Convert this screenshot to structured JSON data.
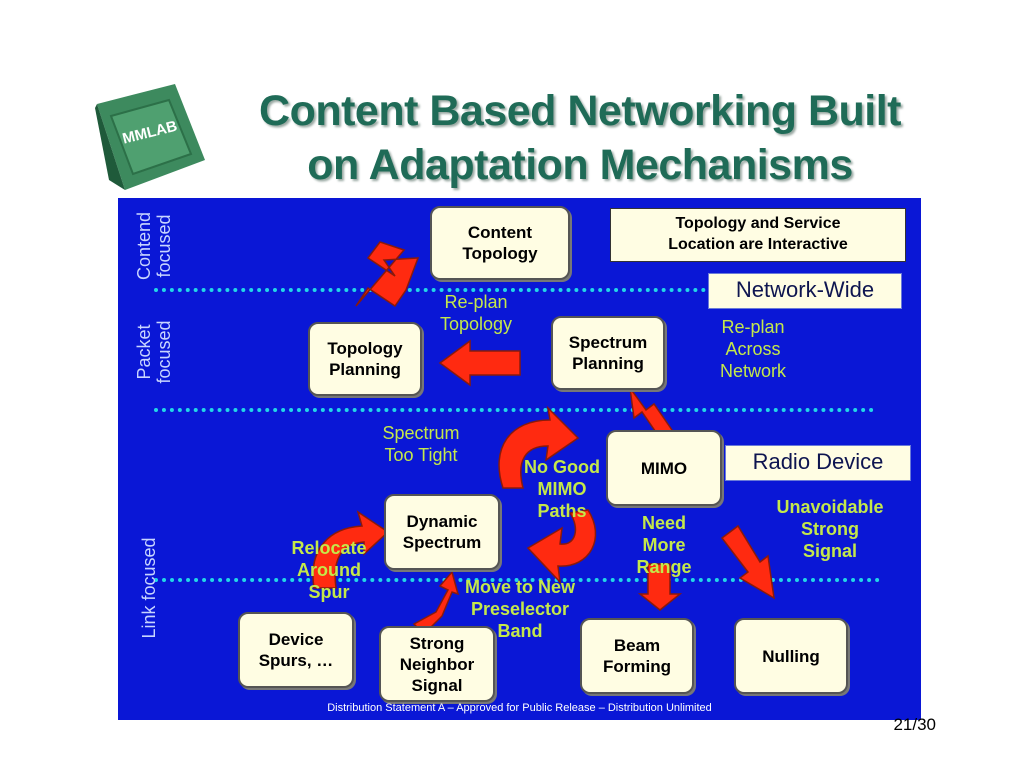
{
  "logo": {
    "text": "MMLAB",
    "colors": {
      "front": "#3d8a5e",
      "side": "#1f5a3a",
      "top": "#6fb48a"
    }
  },
  "title": {
    "line1": "Content Based Networking Built",
    "line2": "on Adaptation Mechanisms"
  },
  "colors": {
    "title": "#1f6b57",
    "background": "#0a17d6",
    "dotted": "#22d7e8",
    "arrow": "#ff2a10",
    "label": "#c4e84a",
    "box": "#fffde3"
  },
  "layers": {
    "content": "Contend\nfocused",
    "packet": "Packet\nfocused",
    "link": "Link focused"
  },
  "nodes": {
    "content_topology": "Content\nTopology",
    "topology_planning": "Topology\nPlanning",
    "spectrum_planning": "Spectrum\nPlanning",
    "mimo": "MIMO",
    "dynamic_spectrum": "Dynamic\nSpectrum",
    "device_spurs": "Device\nSpurs, …",
    "strong_neighbor": "Strong\nNeighbor\nSignal",
    "beam_forming": "Beam\nForming",
    "nulling": "Nulling"
  },
  "notes": {
    "interactive": "Topology and Service\nLocation are Interactive"
  },
  "tags": {
    "network_wide": "Network-Wide",
    "radio_device": "Radio Device"
  },
  "labels": {
    "replan_topology": "Re-plan\nTopology",
    "replan_network": "Re-plan\nAcross\nNetwork",
    "spectrum_tight": "Spectrum\nToo Tight",
    "no_good_mimo": "No Good\nMIMO\nPaths",
    "need_range": "Need\nMore\nRange",
    "unavoidable": "Unavoidable\nStrong\nSignal",
    "relocate": "Relocate\nAround\nSpur",
    "move_band": "Move to New\nPreselector\nBand"
  },
  "footer": "Distribution Statement A – Approved for Public Release – Distribution Unlimited",
  "page": "21/30"
}
